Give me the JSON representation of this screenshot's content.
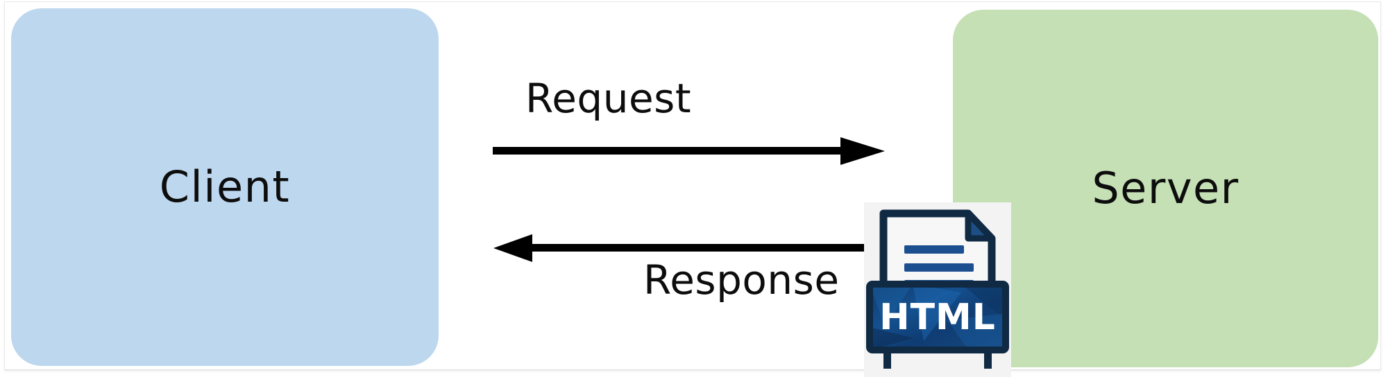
{
  "diagram": {
    "title": "Client Server Request Response",
    "type": "sequence-flow"
  },
  "nodes": [
    {
      "id": "client",
      "label": "Client",
      "color": "#bdd7ee",
      "shape": "rounded-rectangle"
    },
    {
      "id": "server",
      "label": "Server",
      "color": "#c5e0b4",
      "shape": "rounded-rectangle"
    }
  ],
  "edges": [
    {
      "id": "request",
      "label": "Request",
      "from": "client",
      "to": "server",
      "direction": "right",
      "color": "#000000"
    },
    {
      "id": "response",
      "label": "Response",
      "from": "server",
      "to": "client",
      "direction": "left",
      "color": "#000000"
    }
  ],
  "file_icon": {
    "name": "html-file-icon",
    "label": "HTML",
    "background": "#f3f3f3",
    "banner_color": "#17447e",
    "outline_color": "#102a43",
    "page_color": "#f7f7f7",
    "line_color": "#1b4f8f",
    "text_color": "#ffffff"
  },
  "canvas": {
    "background": "#ffffff",
    "border_color": "#e8e8e8"
  }
}
